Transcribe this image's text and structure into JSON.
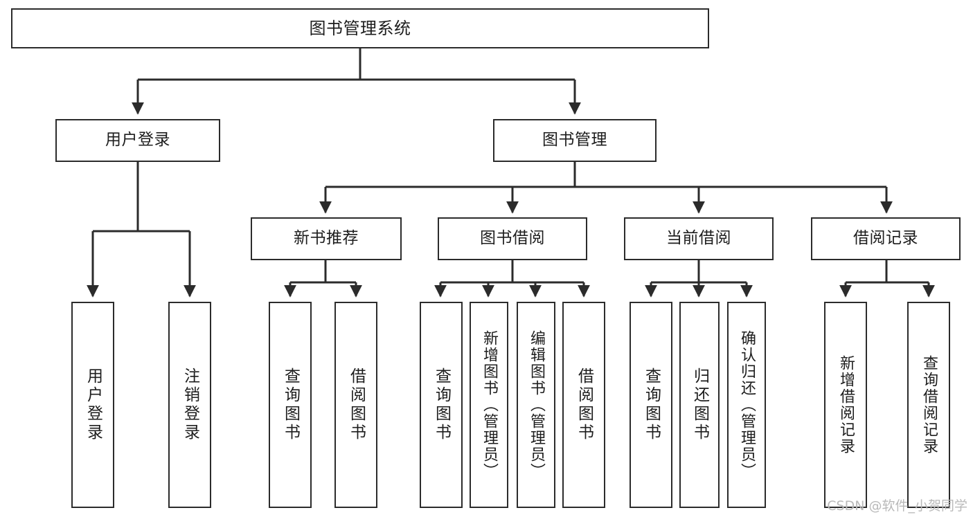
{
  "diagram": {
    "title": "图书管理系统",
    "type": "functional-structure-tree",
    "watermark": "CSDN @软件_小贺同学",
    "colors": {
      "stroke": "#2b2b2b",
      "fill": "#ffffff",
      "text": "#1d1d1d",
      "watermark": "#b9b9b9"
    },
    "levels": {
      "root": {
        "label": "图书管理系统"
      },
      "level2": [
        {
          "id": "user-login",
          "label": "用户登录"
        },
        {
          "id": "book-management",
          "label": "图书管理"
        }
      ],
      "level3": [
        {
          "id": "new-book-recommend",
          "label": "新书推荐"
        },
        {
          "id": "book-borrow",
          "label": "图书借阅"
        },
        {
          "id": "current-borrow",
          "label": "当前借阅"
        },
        {
          "id": "borrow-record",
          "label": "借阅记录"
        }
      ],
      "leaves": [
        {
          "id": "leaf-user-login",
          "label": "用户登录",
          "parent": "user-login"
        },
        {
          "id": "leaf-logout-login",
          "label": "注销登录",
          "parent": "user-login"
        },
        {
          "id": "leaf-query-book-1",
          "label": "查询图书",
          "parent": "new-book-recommend"
        },
        {
          "id": "leaf-borrow-book-1",
          "label": "借阅图书",
          "parent": "new-book-recommend"
        },
        {
          "id": "leaf-query-book-2",
          "label": "查询图书",
          "parent": "book-borrow"
        },
        {
          "id": "leaf-add-book",
          "label": "新增图书（管理员）",
          "parent": "book-borrow"
        },
        {
          "id": "leaf-edit-book",
          "label": "编辑图书（管理员）",
          "parent": "book-borrow"
        },
        {
          "id": "leaf-borrow-book-2",
          "label": "借阅图书",
          "parent": "book-borrow"
        },
        {
          "id": "leaf-query-book-3",
          "label": "查询图书",
          "parent": "current-borrow"
        },
        {
          "id": "leaf-return-book",
          "label": "归还图书",
          "parent": "current-borrow"
        },
        {
          "id": "leaf-confirm-return",
          "label": "确认归还（管理员）",
          "parent": "current-borrow"
        },
        {
          "id": "leaf-add-record",
          "label": "新增借阅记录",
          "parent": "borrow-record"
        },
        {
          "id": "leaf-query-record",
          "label": "查询借阅记录",
          "parent": "borrow-record"
        }
      ]
    }
  }
}
